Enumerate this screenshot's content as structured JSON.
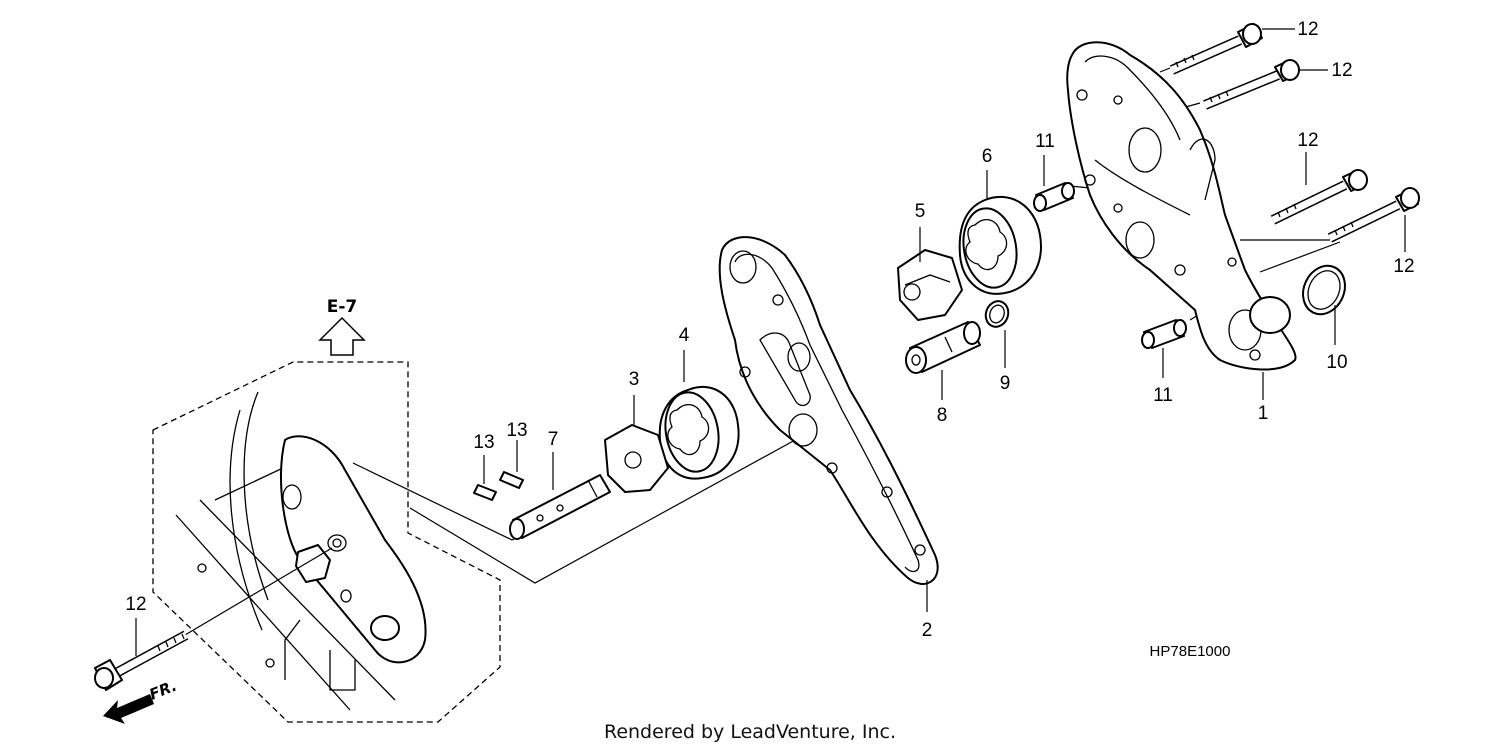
{
  "diagram": {
    "diagram_code": "HP78E1000",
    "credit": "Rendered by LeadVenture, Inc.",
    "reference_label": "E-7",
    "direction_label": "FR.",
    "callouts": {
      "c1": "1",
      "c2": "2",
      "c3": "3",
      "c4": "4",
      "c5": "5",
      "c6": "6",
      "c7": "7",
      "c8": "8",
      "c9": "9",
      "c10": "10",
      "c11a": "11",
      "c11b": "11",
      "c12a": "12",
      "c12b": "12",
      "c12c": "12",
      "c12d": "12",
      "c12e": "12",
      "c13a": "13",
      "c13b": "13"
    }
  }
}
